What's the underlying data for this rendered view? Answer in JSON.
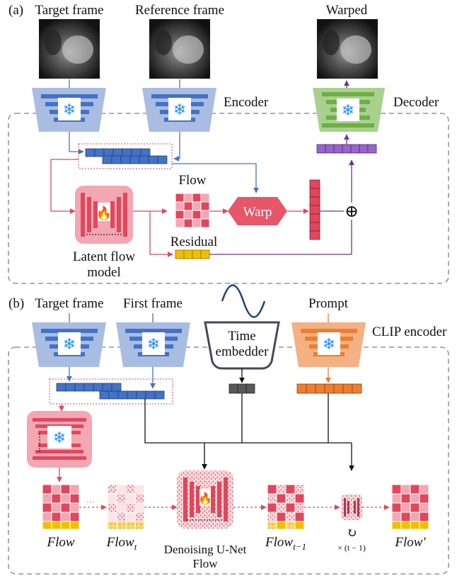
{
  "panel_a": {
    "tag": "(a)",
    "target_frame": "Target frame",
    "reference_frame": "Reference frame",
    "warped": "Warped",
    "encoder": "Encoder",
    "decoder": "Decoder",
    "flow": "Flow",
    "warp": "Warp",
    "residual": "Residual",
    "latent_flow_model_1": "Latent flow",
    "latent_flow_model_2": "model",
    "plus_symbol": "⊕"
  },
  "panel_b": {
    "tag": "(b)",
    "target_frame": "Target frame",
    "first_frame": "First frame",
    "prompt": "Prompt",
    "time_embedder_1": "Time",
    "time_embedder_2": "embedder",
    "clip_encoder": "CLIP encoder",
    "flow_main": "Flow",
    "flow_t_main": "Flow",
    "flow_t_sub": "t",
    "flow_tm1_main": "Flow",
    "flow_tm1_sub": "t−1",
    "flow_prime": "Flow′",
    "denoising_1": "Denoising  U-Net",
    "denoising_2": "Flow",
    "repeat_label": "× (t − 1)",
    "ellipsis": "···"
  },
  "colors": {
    "encoder_blue": "#a9bde3",
    "latent_blue": "#4472c4",
    "decoder_green": "#a9d18e",
    "latent_purple": "#9966cc",
    "flow_red": "#e0475d",
    "residual_yellow": "#f0c000",
    "prompt_orange": "#f4b183",
    "prompt_latent": "#ed7d31",
    "time_gray": "#595959",
    "dashed_border": "#7f7f7f"
  }
}
